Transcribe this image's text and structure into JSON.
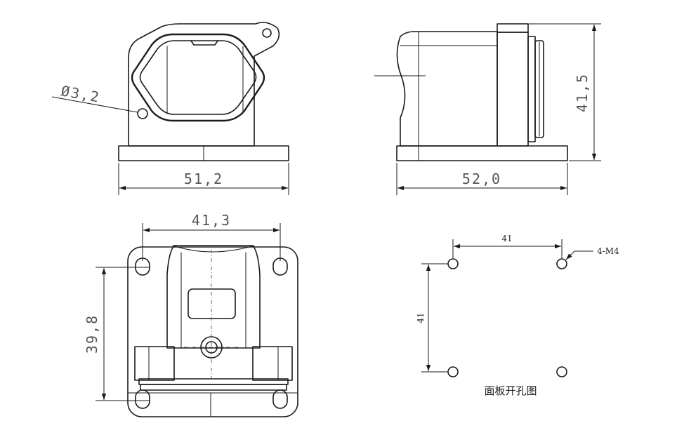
{
  "front_view": {
    "hole_dia": "Ø3,2",
    "width": "51,2"
  },
  "side_view": {
    "width": "52,0",
    "height": "41,5"
  },
  "bottom_view": {
    "width": "41,3",
    "height": "39,8"
  },
  "panel_cutout": {
    "h_spacing": "41",
    "v_spacing": "41",
    "thread": "4-M4",
    "caption": "面板开孔图"
  }
}
